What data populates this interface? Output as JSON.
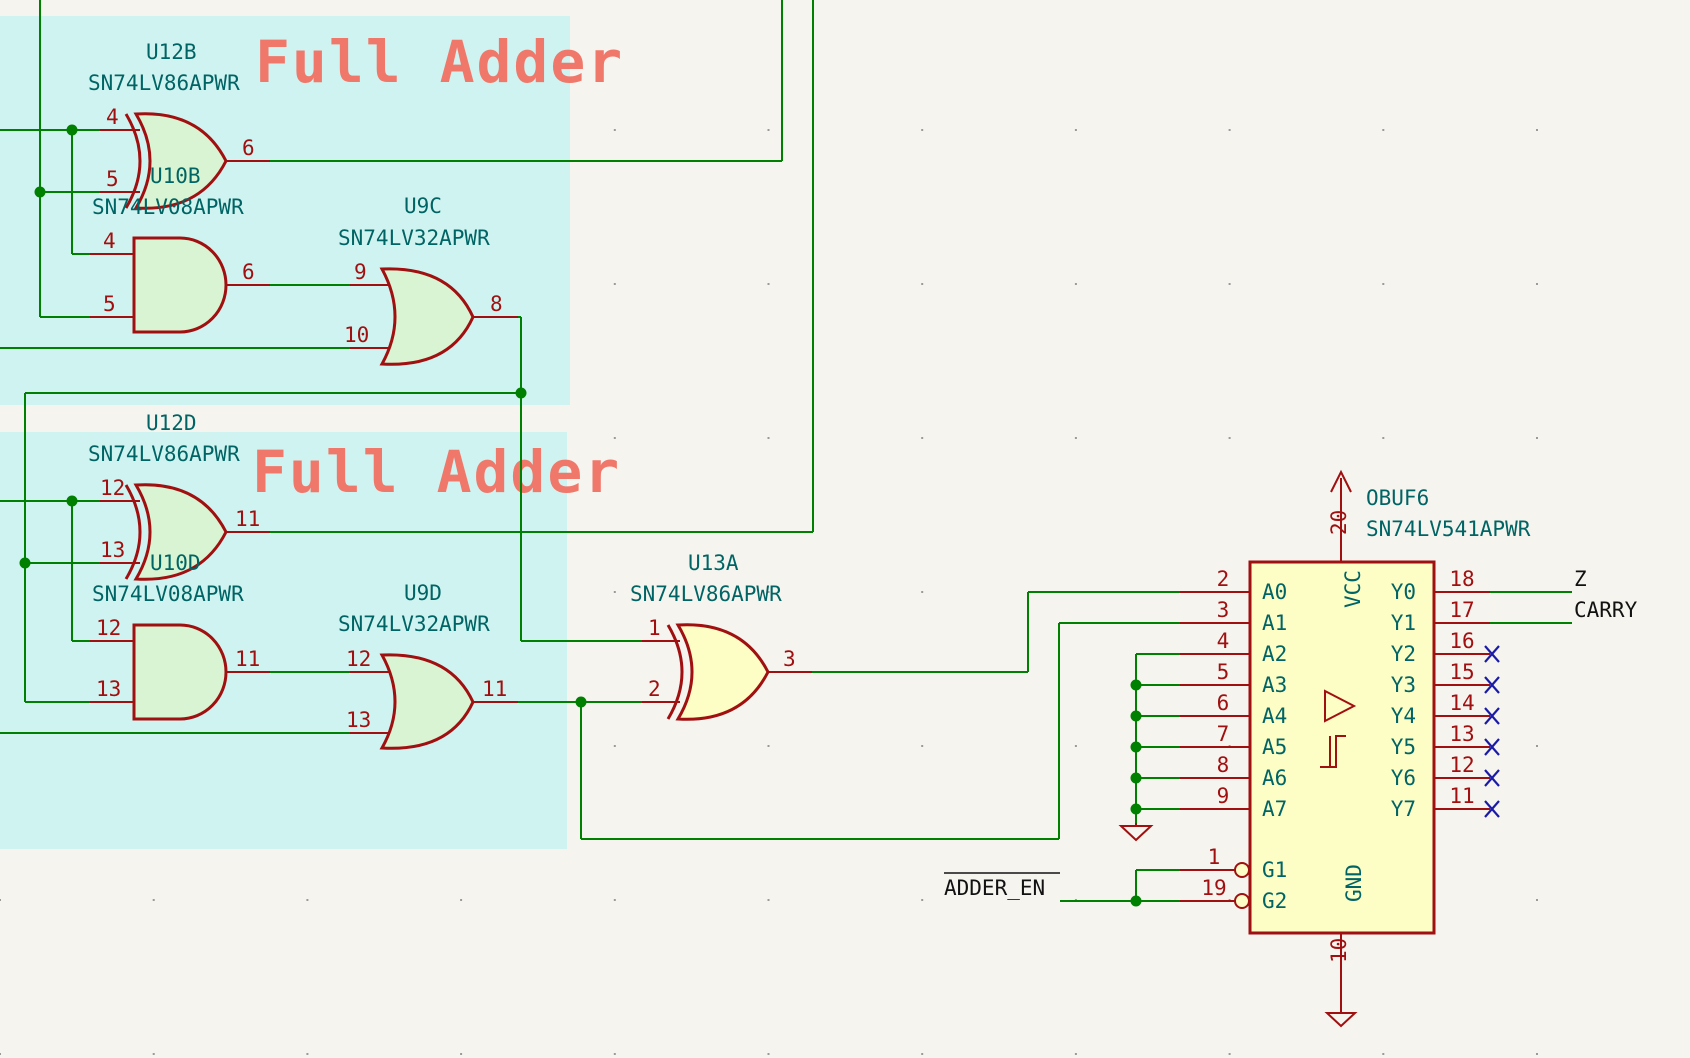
{
  "colors": {
    "background": "#f5f4ef",
    "region_fill": "#cff3f1",
    "wire": "#008000",
    "symbol_outline": "#a01010",
    "gate_fill": "#d8f4d2",
    "buffer_fill": "#fdfdc6",
    "text_ref": "#006464",
    "text_title": "#f0786a",
    "no_connect": "#1a1aa8"
  },
  "regions": [
    {
      "title": "Full Adder"
    },
    {
      "title": "Full Adder"
    }
  ],
  "gates": {
    "u12b": {
      "ref": "U12B",
      "part": "SN74LV86APWR",
      "pins": [
        "4",
        "5",
        "6"
      ]
    },
    "u10b": {
      "ref": "U10B",
      "part": "SN74LV08APWR",
      "pins": [
        "4",
        "5",
        "6"
      ]
    },
    "u9c": {
      "ref": "U9C",
      "part": "SN74LV32APWR",
      "pins": [
        "9",
        "10",
        "8"
      ]
    },
    "u12d": {
      "ref": "U12D",
      "part": "SN74LV86APWR",
      "pins": [
        "12",
        "13",
        "11"
      ]
    },
    "u10d": {
      "ref": "U10D",
      "part": "SN74LV08APWR",
      "pins": [
        "12",
        "13",
        "11"
      ]
    },
    "u9d": {
      "ref": "U9D",
      "part": "SN74LV32APWR",
      "pins": [
        "12",
        "13",
        "11"
      ]
    },
    "u13a": {
      "ref": "U13A",
      "part": "SN74LV86APWR",
      "pins": [
        "1",
        "2",
        "3"
      ]
    }
  },
  "buffer": {
    "ref": "OBUF6",
    "part": "SN74LV541APWR",
    "inputs": [
      {
        "pin": "2",
        "name": "A0"
      },
      {
        "pin": "3",
        "name": "A1"
      },
      {
        "pin": "4",
        "name": "A2"
      },
      {
        "pin": "5",
        "name": "A3"
      },
      {
        "pin": "6",
        "name": "A4"
      },
      {
        "pin": "7",
        "name": "A5"
      },
      {
        "pin": "8",
        "name": "A6"
      },
      {
        "pin": "9",
        "name": "A7"
      }
    ],
    "outputs": [
      {
        "pin": "18",
        "name": "Y0"
      },
      {
        "pin": "17",
        "name": "Y1"
      },
      {
        "pin": "16",
        "name": "Y2"
      },
      {
        "pin": "15",
        "name": "Y3"
      },
      {
        "pin": "14",
        "name": "Y4"
      },
      {
        "pin": "13",
        "name": "Y5"
      },
      {
        "pin": "12",
        "name": "Y6"
      },
      {
        "pin": "11",
        "name": "Y7"
      }
    ],
    "enables": [
      {
        "pin": "1",
        "name": "G1"
      },
      {
        "pin": "19",
        "name": "G2"
      }
    ],
    "vcc": {
      "pin": "20",
      "name": "VCC"
    },
    "gnd": {
      "pin": "10",
      "name": "GND"
    }
  },
  "nets": {
    "z": "Z",
    "carry": "CARRY",
    "enable": "ADDER_EN"
  }
}
